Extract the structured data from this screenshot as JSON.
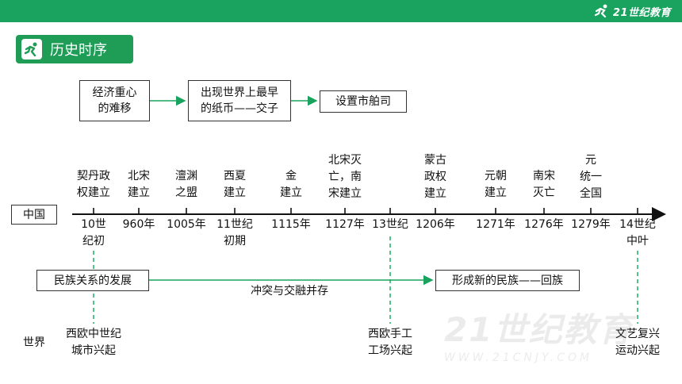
{
  "brand": {
    "logo_text": "21世纪教育",
    "logo_sub": "WWW.21CNJY.COM"
  },
  "title": "历史时序",
  "flow": [
    {
      "text": "经济重心\n的难移"
    },
    {
      "text": "出现世界上最早\n的纸币——交子"
    },
    {
      "text": "设置市舶司"
    }
  ],
  "timeline": {
    "label": "中国",
    "events": [
      {
        "above": "契丹政\n权建立",
        "below": "10世\n纪初"
      },
      {
        "above": "北宋\n建立",
        "below": "960年"
      },
      {
        "above": "澶渊\n之盟",
        "below": "1005年"
      },
      {
        "above": "西夏\n建立",
        "below": "11世纪\n初期"
      },
      {
        "above": "金\n建立",
        "below": "1115年"
      },
      {
        "above": "北宋灭\n亡，南\n宋建立",
        "below": "1127年"
      },
      {
        "above": "",
        "below": "13世纪"
      },
      {
        "above": "蒙古\n政权\n建立",
        "below": "1206年"
      },
      {
        "above": "元朝\n建立",
        "below": "1271年"
      },
      {
        "above": "南宋\n灭亡",
        "below": "1276年"
      },
      {
        "above": "元\n统一\n全国",
        "below": "1279年"
      },
      {
        "above": "",
        "below": "14世纪\n中叶"
      }
    ]
  },
  "relations": {
    "left_box": "民族关系的发展",
    "middle_label": "冲突与交融并存",
    "right_box": "形成新的民族——回族"
  },
  "world": {
    "label": "世界",
    "items": [
      {
        "text": "西欧中世纪\n城市兴起"
      },
      {
        "text": "西欧手工\n工场兴起"
      },
      {
        "text": "文艺复兴\n运动兴起"
      }
    ]
  },
  "watermark": {
    "big": "21世纪教育",
    "small": "WWW.21CNJY.COM"
  },
  "colors": {
    "brand_green": "#1aa35f",
    "arrow_green": "#1aa35f",
    "dash_green": "#2bb36a"
  }
}
